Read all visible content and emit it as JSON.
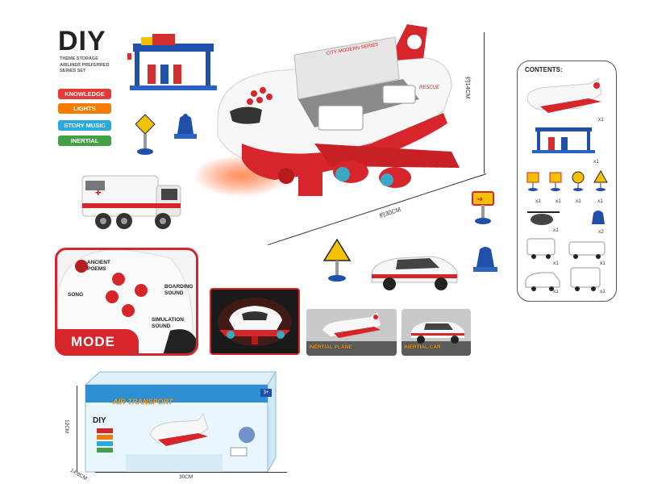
{
  "header": {
    "title": "DIY",
    "subtitle_lines": [
      "THEME STORAGE",
      "AIRLINER PREFERRED",
      "SERIES SET"
    ]
  },
  "features": [
    {
      "label": "KNOWLEDGE",
      "color": "#e53935"
    },
    {
      "label": "LIGHTS",
      "color": "#f57c00"
    },
    {
      "label": "STORY MUSIC",
      "color": "#29a9e0"
    },
    {
      "label": "INERTIAL",
      "color": "#43a047"
    }
  ],
  "dimensions": {
    "height_label": "约14CM",
    "width_label": "约30CM"
  },
  "contents": {
    "title": "CONTENTS:",
    "quantities": [
      "x1",
      "x1",
      "x1",
      "x1",
      "x1",
      "x1",
      "x1",
      "x2",
      "x1",
      "x1",
      "x1",
      "x1"
    ]
  },
  "mode_panel": {
    "title": "MODE",
    "labels": {
      "ancient_poems": "ANCIENT POEMS",
      "song": "SONG",
      "boarding_sound": "BOARDING SOUND",
      "simulation_sound": "SIMULATION SOUND"
    }
  },
  "thumbnails": {
    "inertial_plane": "INERTIAL PLANE",
    "inertial_car": "INERTIAL CAR"
  },
  "package": {
    "brand": "AIR-TRANSPORT",
    "diy": "DIY",
    "height_label": "12CM",
    "depth_label": "14.8CM",
    "width_label": "30CM",
    "age": "3+"
  },
  "colors": {
    "accent_red": "#d6262b",
    "plane_white": "#f7f7f7"
  }
}
